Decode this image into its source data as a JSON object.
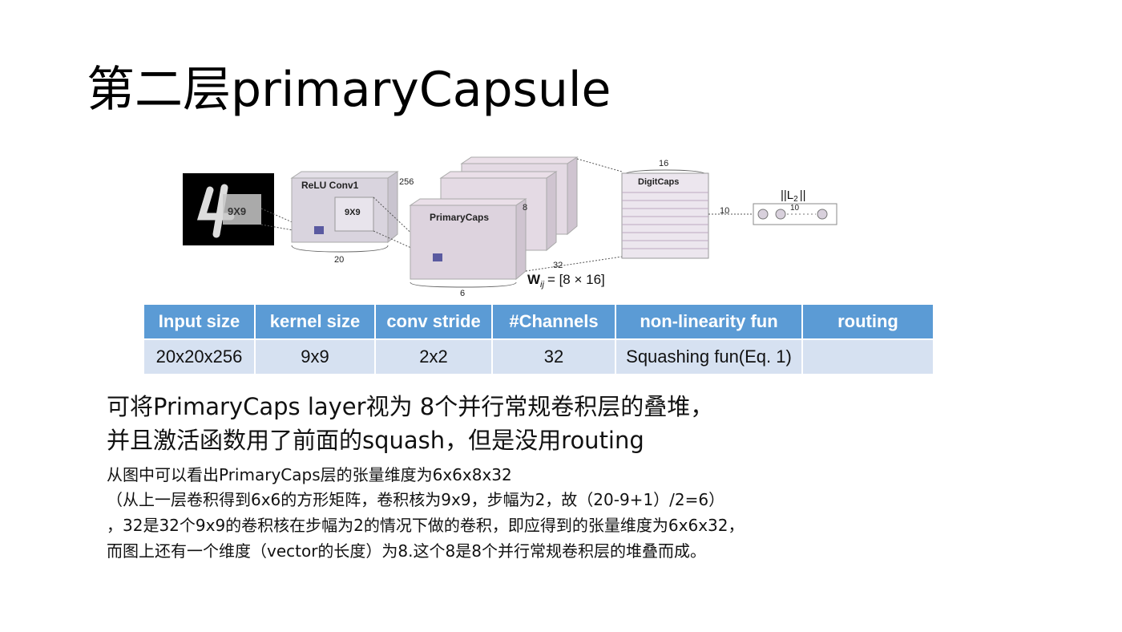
{
  "slide": {
    "title": "第二层primaryCapsule"
  },
  "diagram": {
    "input_label": "9X9",
    "conv1_label": "ReLU Conv1",
    "conv1_kernel": "9X9",
    "conv1_depth": "256",
    "conv1_width": "20",
    "primary_label": "PrimaryCaps",
    "primary_depth": "8",
    "primary_count": "32",
    "primary_width": "6",
    "digit_label": "DigitCaps",
    "digit_dim": "16",
    "digit_count": "10",
    "weight_formula": "W",
    "weight_subscript": "ij",
    "weight_value": "= [8 × 16]",
    "norm_label": "||L",
    "norm_sub": "2",
    "norm_close": "||",
    "output_count": "10",
    "out_left_count": "10"
  },
  "table": {
    "headers": [
      "Input size",
      "kernel size",
      "conv stride",
      "#Channels",
      "non-linearity fun",
      "routing"
    ],
    "row": [
      "20x20x256",
      "9x9",
      "2x2",
      "32",
      "Squashing fun(Eq. 1)",
      ""
    ]
  },
  "body": {
    "line1": "可将PrimaryCaps layer视为 8个并行常规卷积层的叠堆，",
    "line2": "并且激活函数用了前面的squash，但是没用routing",
    "line3": "从图中可以看出PrimaryCaps层的张量维度为6x6x8x32",
    "line4": "（从上一层卷积得到6x6的方形矩阵，卷积核为9x9，步幅为2，故（20-9+1）/2=6）",
    "line5": "，32是32个9x9的卷积核在步幅为2的情况下做的卷积，即应得到的张量维度为6x6x32，",
    "line6": "而图上还有一个维度（vector的长度）为8.这个8是8个并行常规卷积层的堆叠而成。"
  }
}
